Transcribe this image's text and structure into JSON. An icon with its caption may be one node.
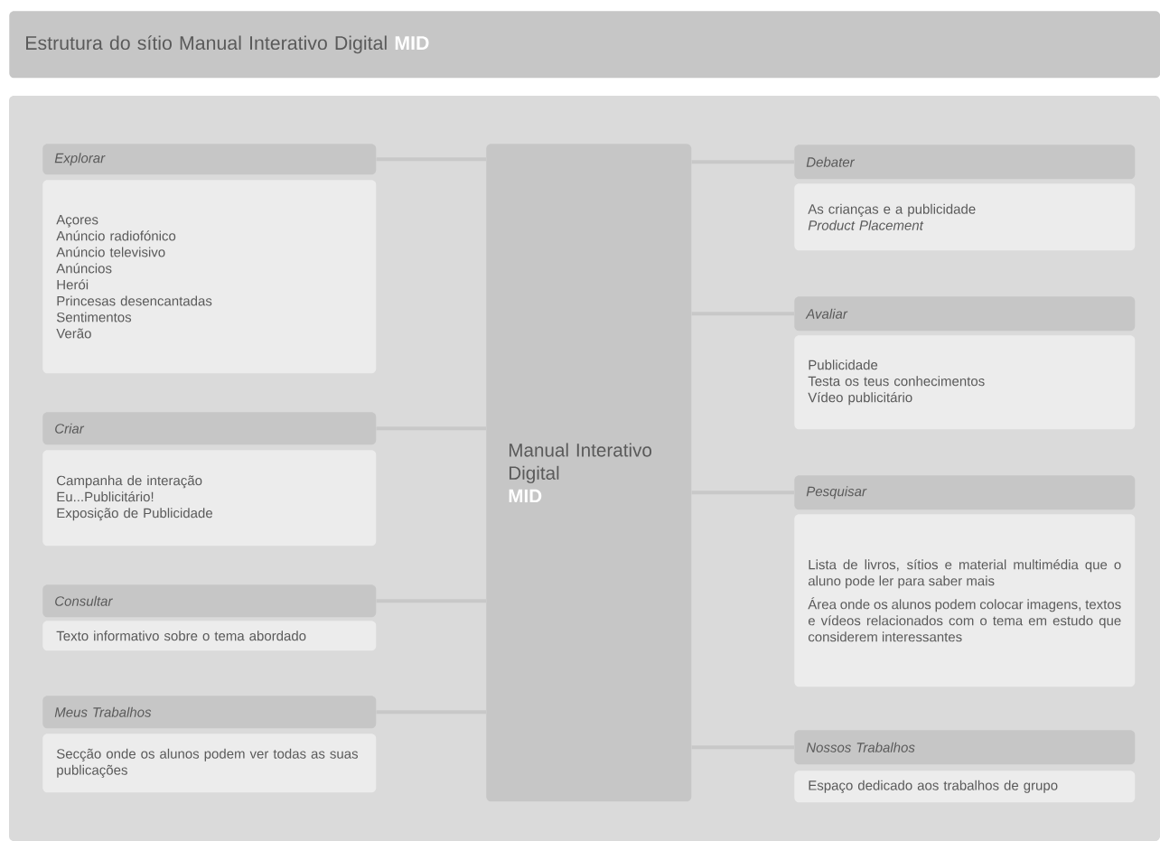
{
  "diagram": {
    "title": "Estrutura do sítio Manual Interativo Digital **MID**",
    "nodes": [
      {
        "text": [
          "Explorar"
        ]
      },
      {
        "text": [
          "Açores",
          "Anúncio radiofónico",
          "Anúncio televisivo",
          "Anúncios",
          "Herói",
          "Princesas desencantadas",
          "Sentimentos",
          "Verão"
        ]
      },
      {
        "text": [
          "Criar"
        ]
      },
      {
        "text": [
          "Campanha de interação",
          "Eu...Publicitário!",
          "Exposição de Publicidade"
        ]
      },
      {
        "text": [
          "Consultar"
        ]
      },
      {
        "text": [
          "Texto informativo sobre o tema abordado"
        ]
      },
      {
        "text": [
          "Meus Trabalhos"
        ]
      },
      {
        "text": [
          "Secção onde os alunos podem ver todas as suas publicações"
        ]
      },
      {
        "text": [
          "Manual Interativo Digital",
          "MID"
        ]
      },
      {
        "text": [
          "Debater"
        ]
      },
      {
        "text": [
          "As crianças e a publicidade",
          "*Product Placement*"
        ]
      },
      {
        "text": [
          "Avaliar"
        ]
      },
      {
        "text": [
          "Publicidade",
          "Testa os teus conhecimentos",
          "Vídeo publicitário"
        ]
      },
      {
        "text": [
          "Pesquisar"
        ]
      },
      {
        "text": [
          "Lista de livros, sítios e material multimédia que o aluno pode ler para saber mais",
          "Área onde os alunos podem colocar imagens, textos e vídeos relacionados com o tema em estudo que considerem interessantes"
        ]
      },
      {
        "text": [
          "Nossos Trabalhos"
        ]
      },
      {
        "text": [
          "Espaço dedicado aos trabalhos de grupo"
        ]
      }
    ],
    "edges": [
      {
        "from": 8,
        "to": 0,
        "arrow": "none"
      },
      {
        "from": 8,
        "to": 2,
        "arrow": "none"
      },
      {
        "from": 8,
        "to": 4,
        "arrow": "none"
      },
      {
        "from": 8,
        "to": 6,
        "arrow": "none"
      },
      {
        "from": 8,
        "to": 9,
        "arrow": "none"
      },
      {
        "from": 8,
        "to": 11,
        "arrow": "none"
      },
      {
        "from": 8,
        "to": 13,
        "arrow": "none"
      },
      {
        "from": 8,
        "to": 15,
        "arrow": "none"
      }
    ]
  }
}
